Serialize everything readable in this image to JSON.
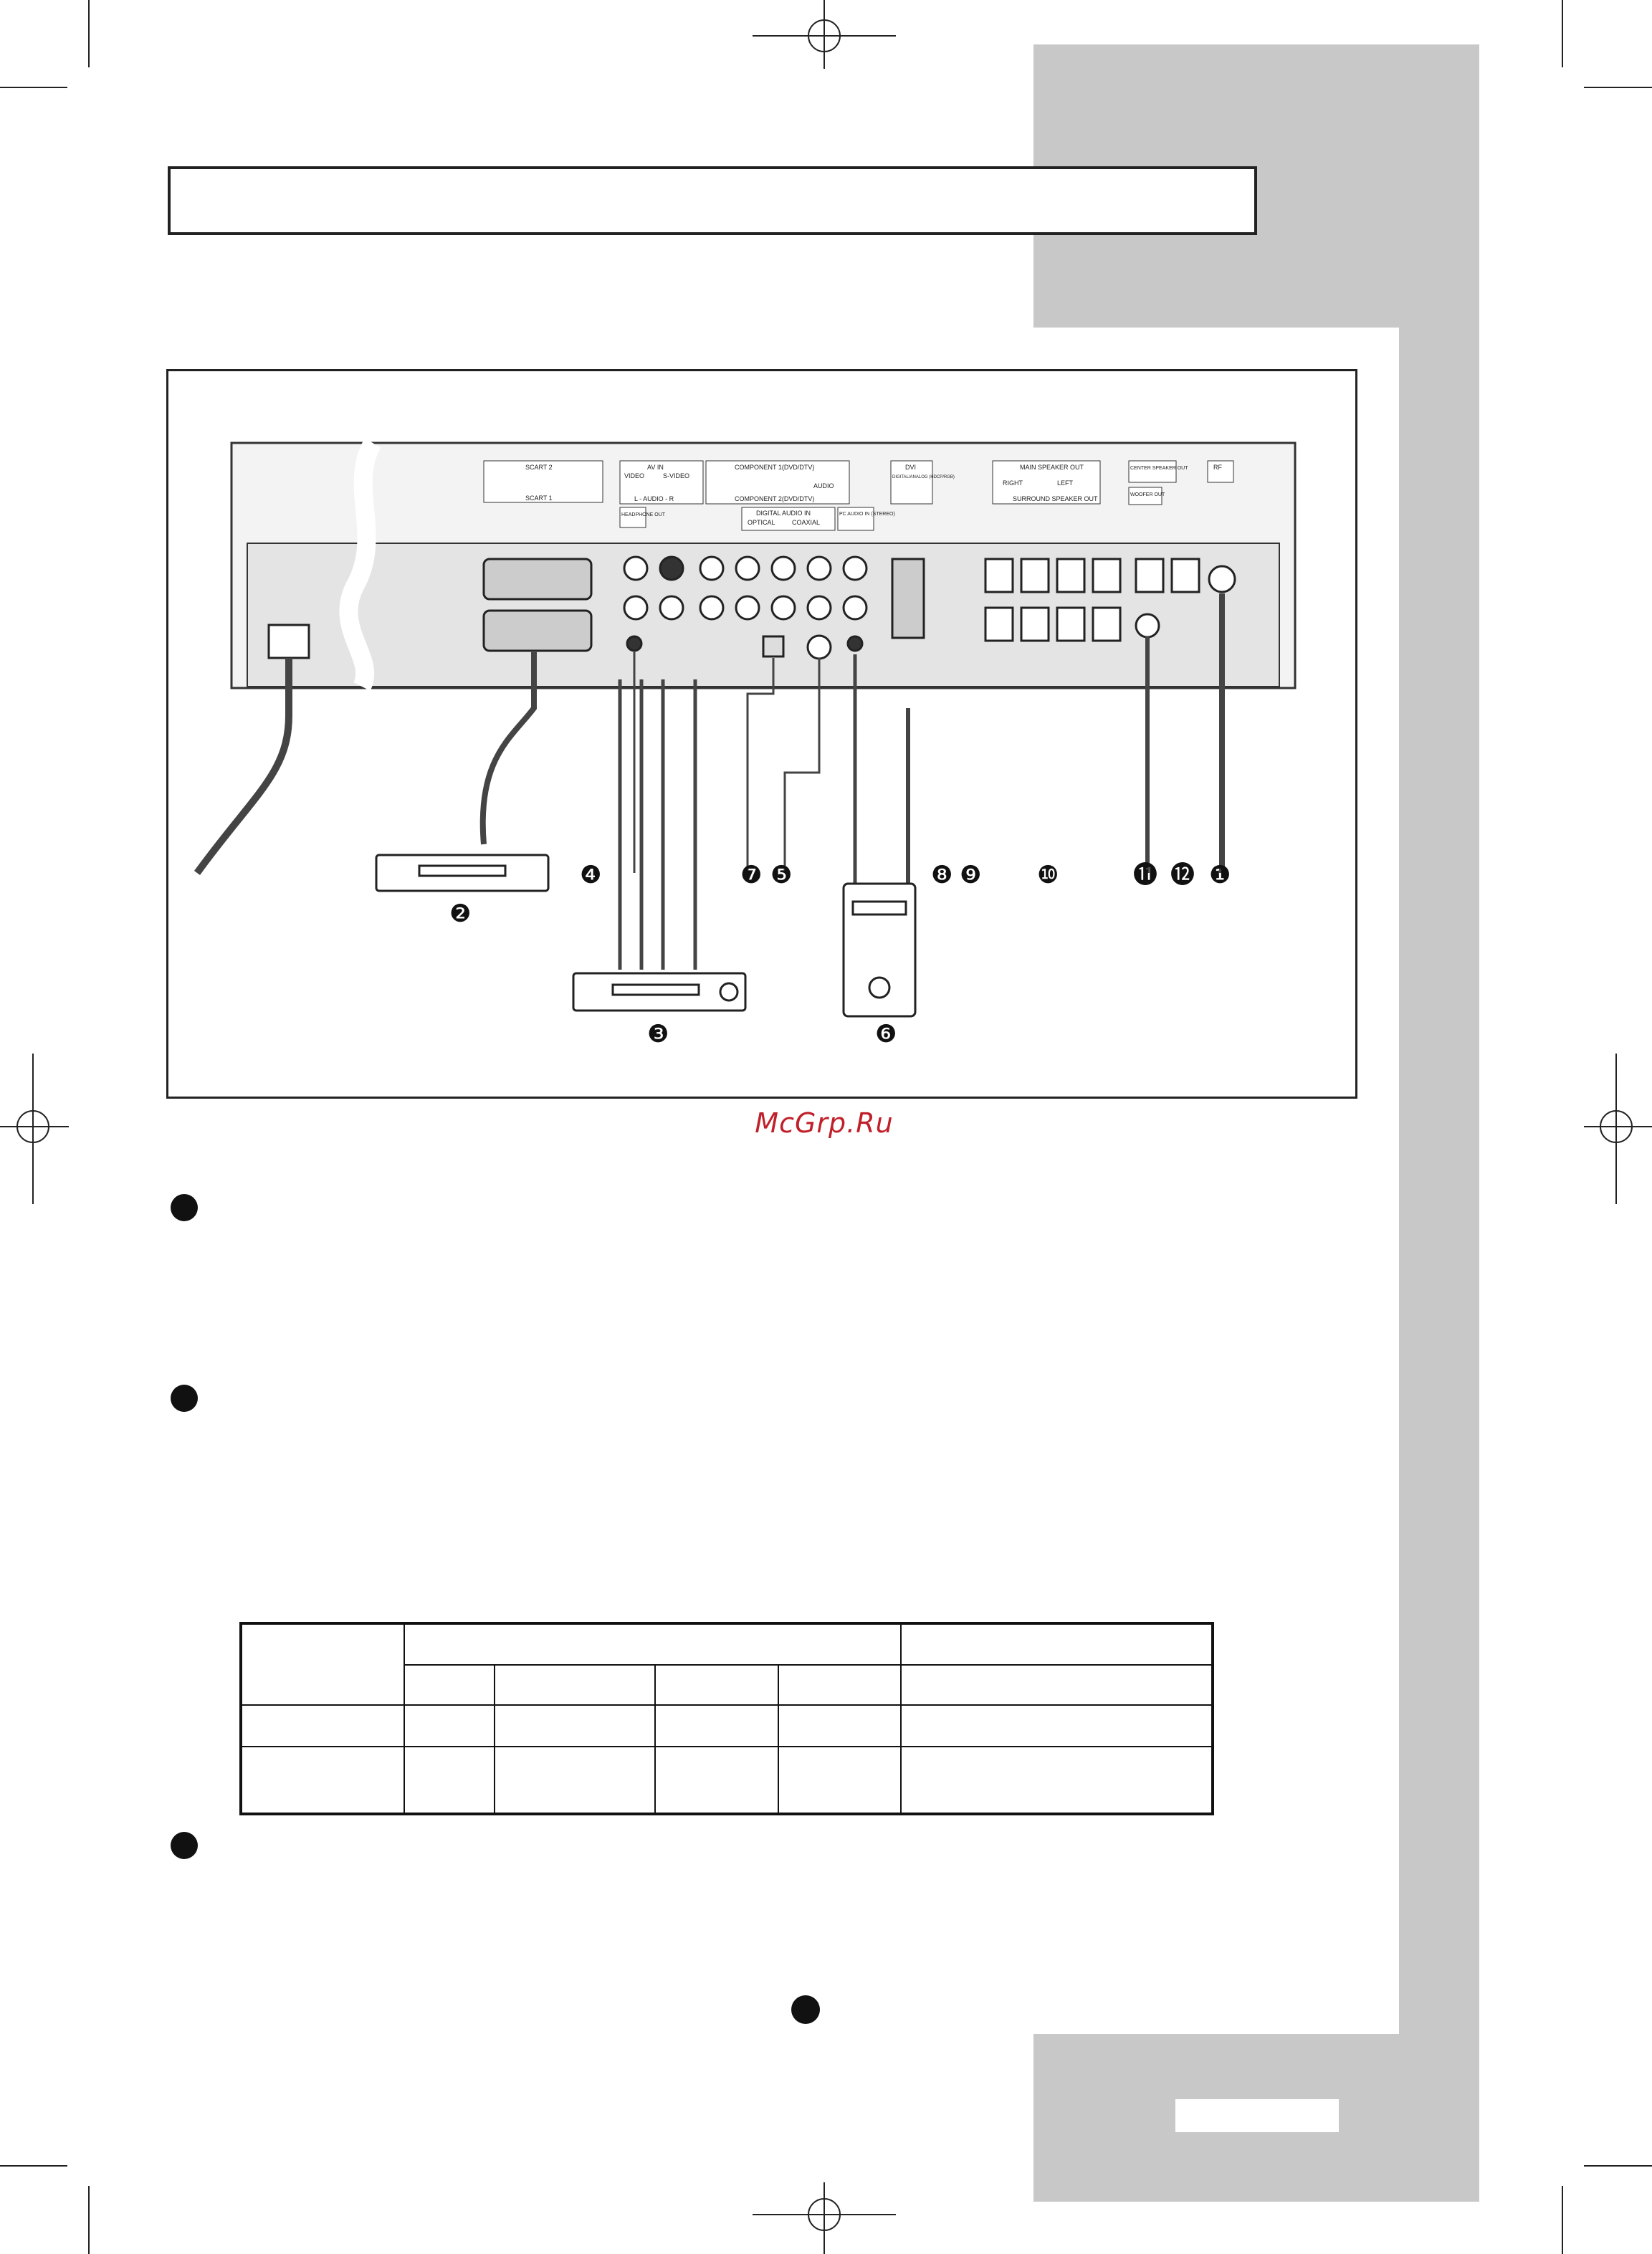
{
  "page": {
    "title": "",
    "watermark": "McGrp.Ru",
    "page_number_label": ""
  },
  "figure": {
    "panel_labels": {
      "scart2": "SCART 2",
      "scart1": "SCART 1",
      "av_in": "AV IN",
      "video": "VIDEO",
      "svideo": "S-VIDEO",
      "audio_lr": "L - AUDIO - R",
      "component1": "COMPONENT 1(DVD/DTV)",
      "component2": "COMPONENT 2(DVD/DTV)",
      "audio": "AUDIO",
      "headphone": "HEADPHONE OUT",
      "digital_audio_in": "DIGITAL AUDIO IN",
      "optical": "OPTICAL",
      "coaxial": "COAXIAL",
      "pc_audio_in": "PC AUDIO IN (STEREO)",
      "dvi": "DVI",
      "dvi_sub": "DIGITAL/ANALOG (HDCP/RGB)",
      "main_speaker_out": "MAIN SPEAKER OUT",
      "right": "RIGHT",
      "left": "LEFT",
      "surround_speaker_out": "SURROUND SPEAKER OUT",
      "center_speaker_out": "CENTER SPEAKER OUT",
      "woofer_out": "WOOFER OUT",
      "rf": "RF"
    },
    "callouts": [
      "❹",
      "❼",
      "❺",
      "❽",
      "❾",
      "❿",
      "⓫",
      "⓬",
      "❶",
      "❷",
      "❸",
      "❻"
    ]
  },
  "sections": [
    {
      "bullet": "",
      "text": ""
    },
    {
      "bullet": "",
      "text": ""
    },
    {
      "bullet": "",
      "text": ""
    }
  ],
  "table": {
    "rows": [
      [
        "",
        "",
        "",
        "",
        "",
        ""
      ],
      [
        "",
        "",
        "",
        "",
        "",
        ""
      ],
      [
        "",
        "",
        "",
        "",
        "",
        ""
      ],
      [
        "",
        "",
        "",
        "",
        "",
        ""
      ]
    ]
  },
  "colors": {
    "sidebar": "#c8c8c8",
    "watermark": "#c0202a",
    "ink": "#111111"
  }
}
